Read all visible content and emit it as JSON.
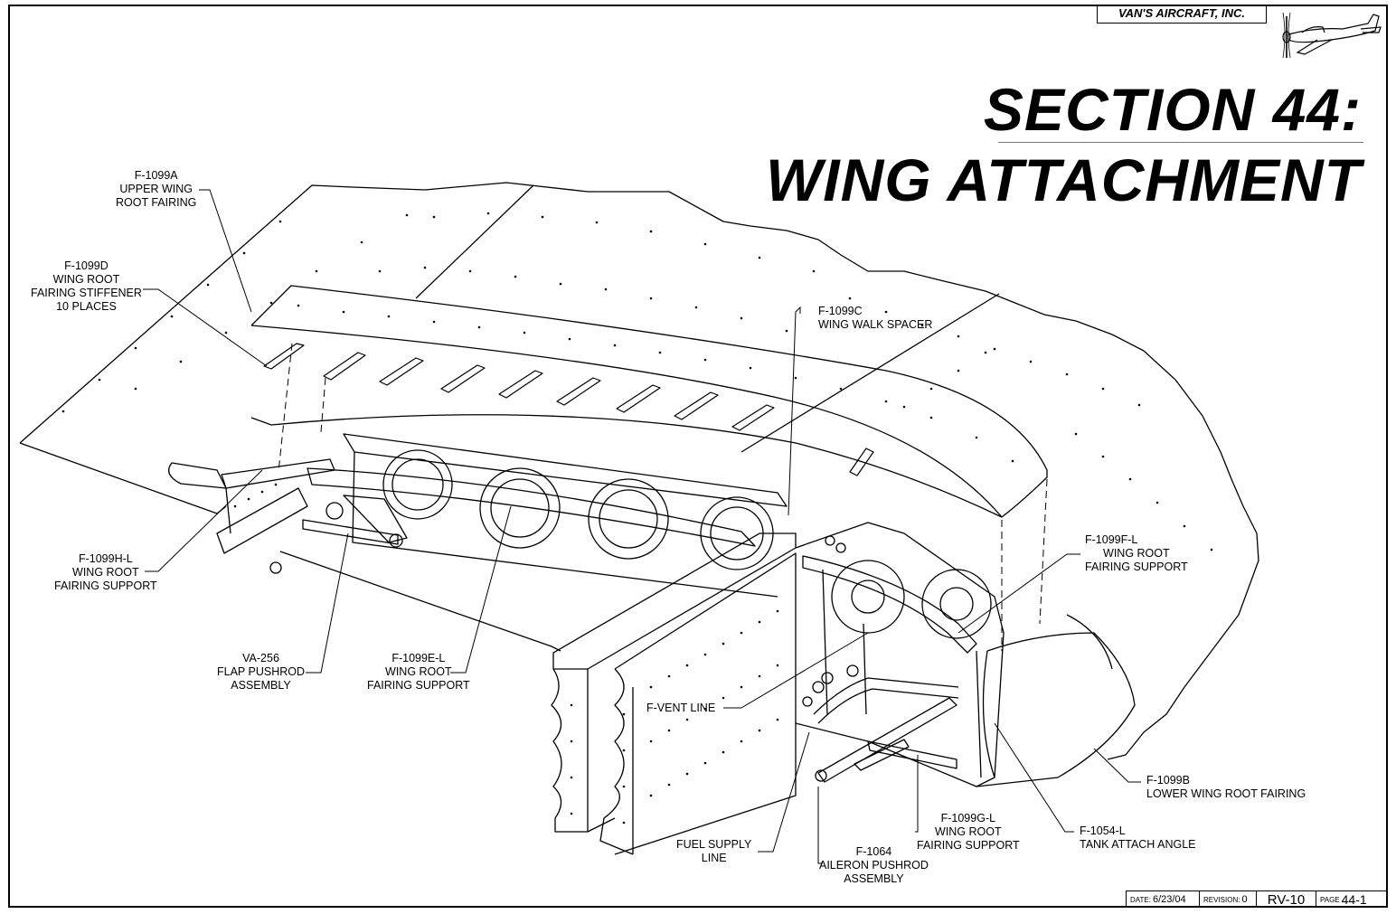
{
  "header": {
    "company": "VAN'S AIRCRAFT, INC.",
    "section_title": "SECTION 44:",
    "section_subtitle": "WING ATTACHMENT"
  },
  "callouts": {
    "upper_wing_root_fairing": {
      "part": "F-1099A",
      "line1": "UPPER WING",
      "line2": "ROOT FAIRING"
    },
    "fairing_stiffener": {
      "part": "F-1099D",
      "line1": "WING ROOT",
      "line2": "FAIRING STIFFENER",
      "line3": "10 PLACES"
    },
    "wing_walk_spacer": {
      "part": "F-1099C",
      "line1": "WING WALK SPACER"
    },
    "fairing_support_h": {
      "part": "F-1099H-L",
      "line1": "WING ROOT",
      "line2": "FAIRING SUPPORT"
    },
    "flap_pushrod": {
      "part": "VA-256",
      "line1": "FLAP PUSHROD",
      "line2": "ASSEMBLY"
    },
    "fairing_support_e": {
      "part": "F-1099E-L",
      "line1": "WING ROOT",
      "line2": "FAIRING SUPPORT"
    },
    "fairing_support_f": {
      "part": "F-1099F-L",
      "line1": "WING ROOT",
      "line2": "FAIRING SUPPORT"
    },
    "vent_line": {
      "line1": "F-VENT LINE"
    },
    "lower_wing_root_fairing": {
      "part": "F-1099B",
      "line1": "LOWER WING ROOT FAIRING"
    },
    "tank_attach_angle": {
      "part": "F-1054-L",
      "line1": "TANK ATTACH ANGLE"
    },
    "fairing_support_g": {
      "part": "F-1099G-L",
      "line1": "WING ROOT",
      "line2": "FAIRING SUPPORT"
    },
    "aileron_pushrod": {
      "part": "F-1064",
      "line1": "AILERON PUSHROD",
      "line2": "ASSEMBLY"
    },
    "fuel_supply_line": {
      "line1": "FUEL SUPPLY",
      "line2": "LINE"
    }
  },
  "title_block": {
    "date_label": "DATE:",
    "date": "6/23/04",
    "revision_label": "REVISION:",
    "revision": "0",
    "model": "RV-10",
    "page_label": "PAGE",
    "page": "44-1"
  }
}
